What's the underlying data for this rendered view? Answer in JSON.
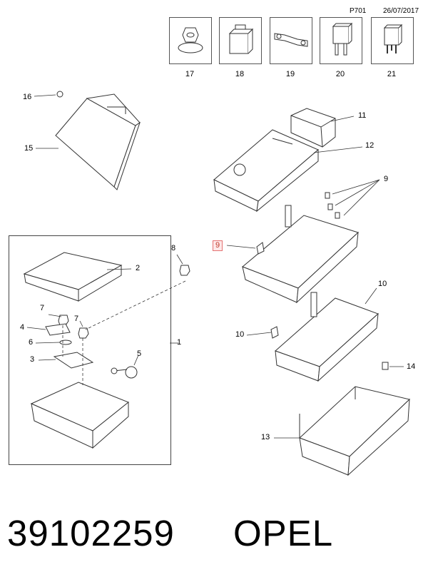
{
  "header": {
    "code": "P701",
    "date": "26/07/2017"
  },
  "parts_row": [
    {
      "number": "17",
      "icon": "nut-icon"
    },
    {
      "number": "18",
      "icon": "maxi-fuse-icon"
    },
    {
      "number": "19",
      "icon": "strip-fuse-icon"
    },
    {
      "number": "20",
      "icon": "blade-fuse-icon"
    },
    {
      "number": "21",
      "icon": "relay-icon"
    }
  ],
  "callouts": {
    "c16": "16",
    "c15": "15",
    "c11": "11",
    "c12": "12",
    "c9a": "9",
    "c9b": "9",
    "c8": "8",
    "c2": "2",
    "c7a": "7",
    "c7b": "7",
    "c4": "4",
    "c6": "6",
    "c1": "1",
    "c3": "3",
    "c5": "5",
    "c10a": "10",
    "c10b": "10",
    "c14": "14",
    "c13": "13"
  },
  "footer": {
    "part_number": "39102259",
    "brand": "OPEL"
  },
  "colors": {
    "line": "#333333",
    "highlight_border": "#e57373",
    "highlight_fill": "#fde8e8"
  }
}
